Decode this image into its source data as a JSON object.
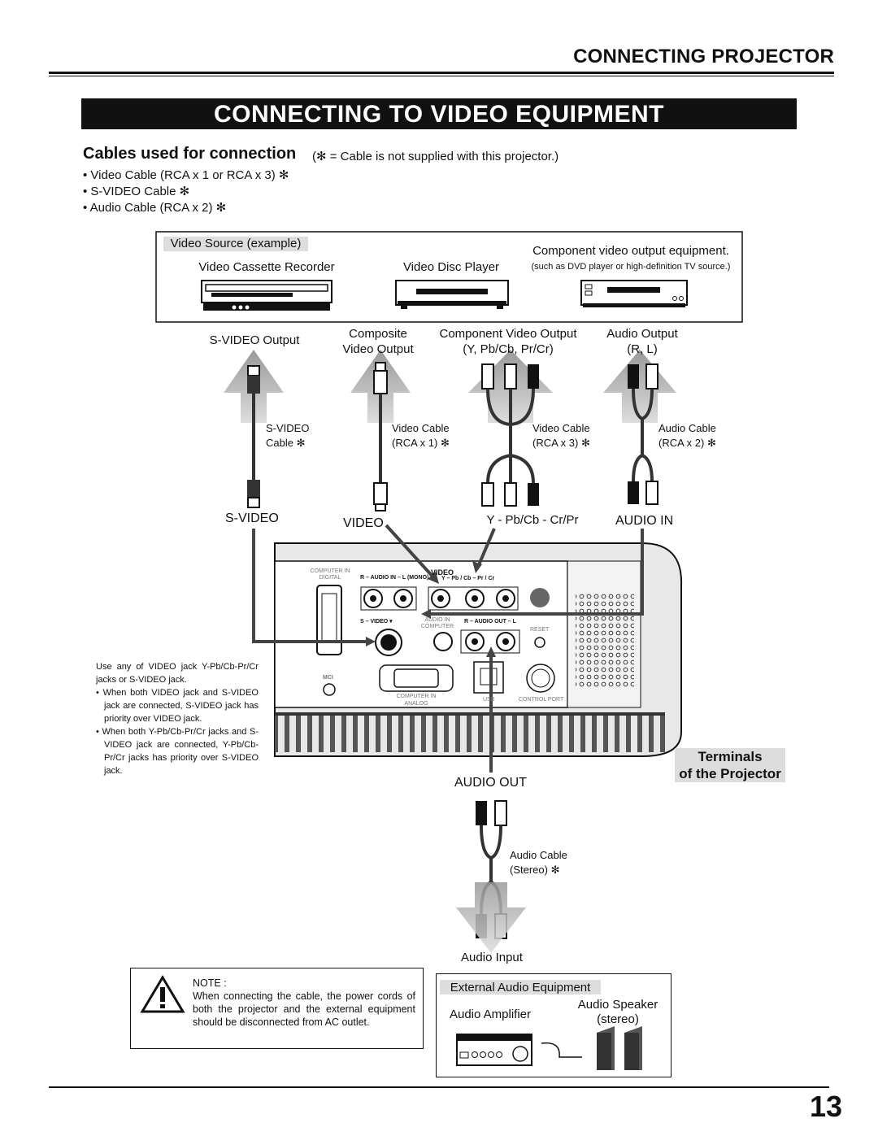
{
  "header": {
    "section_title": "CONNECTING PROJECTOR",
    "banner_title": "CONNECTING TO VIDEO EQUIPMENT"
  },
  "cables": {
    "heading": "Cables used for connection",
    "note": "(✻ = Cable is not supplied with this projector.)",
    "items": [
      "Video Cable (RCA x 1 or RCA x 3) ✻",
      "S-VIDEO Cable ✻",
      "Audio Cable (RCA x 2) ✻"
    ]
  },
  "video_source": {
    "tag": "Video Source (example)",
    "vcr": "Video Cassette Recorder",
    "disc": "Video Disc Player",
    "component_equipment": "Component video output equipment.",
    "component_note": "(such as DVD player or high-definition TV source.)"
  },
  "outputs": {
    "svideo_output": "S-VIDEO Output",
    "composite_1": "Composite",
    "composite_2": "Video Output",
    "component_1": "Component Video Output",
    "component_2": "(Y, Pb/Cb, Pr/Cr)",
    "audio_1": "Audio Output",
    "audio_2": "(R, L)"
  },
  "cable_labels": {
    "svideo_1": "S-VIDEO",
    "svideo_2": "Cable ✻",
    "video1_1": "Video Cable",
    "video1_2": "(RCA x 1) ✻",
    "video3_1": "Video Cable",
    "video3_2": "(RCA x 3) ✻",
    "audio2_1": "Audio Cable",
    "audio2_2": "(RCA x 2) ✻",
    "audio_stereo_1": "Audio Cable",
    "audio_stereo_2": "(Stereo) ✻"
  },
  "ports": {
    "svideo": "S-VIDEO",
    "video": "VIDEO",
    "component": "Y - Pb/Cb - Cr/Pr",
    "audio_in": "AUDIO IN",
    "audio_out": "AUDIO OUT",
    "audio_input": "Audio Input"
  },
  "panel": {
    "computer_in_digital_1": "COMPUTER IN",
    "computer_in_digital_2": "DIGITAL",
    "audio_in_l": "R – AUDIO  IN – L (MONO)",
    "video": "VIDEO",
    "ypbpr": "Y  –  Pb / Cb –  Pr / Cr",
    "s_video": "S – VIDEO ▾",
    "audio_in_computer_1": "AUDIO IN",
    "audio_in_computer_2": "COMPUTER",
    "audio_out": "R – AUDIO OUT – L",
    "reset": "RESET",
    "mci": "MCI",
    "computer_in_analog_1": "COMPUTER  IN",
    "computer_in_analog_2": "ANALOG",
    "usb": "USB",
    "control_port": "CONTROL PORT"
  },
  "use_note": {
    "intro": "Use any of VIDEO jack Y-Pb/Cb-Pr/Cr jacks or S-VIDEO jack.",
    "bullets": [
      "When both VIDEO jack and S-VIDEO jack are connected, S-VIDEO jack has priority over VIDEO jack.",
      "When both Y-Pb/Cb-Pr/Cr jacks and S-VIDEO jack are connected, Y-Pb/Cb-Pr/Cr jacks has priority over S-VIDEO jack."
    ]
  },
  "terminals": {
    "line1": "Terminals",
    "line2": "of the Projector"
  },
  "note": {
    "label": "NOTE   :",
    "text": "When connecting the cable, the power cords of both the projector and the external equipment should be disconnected from AC outlet."
  },
  "external_audio": {
    "tag": "External Audio Equipment",
    "amplifier": "Audio Amplifier",
    "speaker_1": "Audio Speaker",
    "speaker_2": "(stereo)"
  },
  "page_number": "13"
}
